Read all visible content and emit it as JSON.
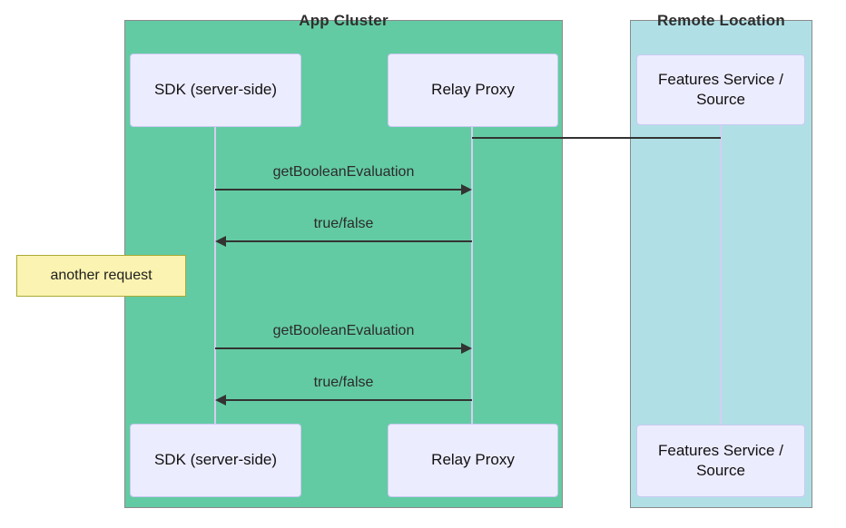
{
  "diagram": {
    "type": "sequence-diagram",
    "containers": [
      {
        "title": "App Cluster",
        "fill": "#63cba3"
      },
      {
        "title": "Remote Location",
        "fill": "#b0e0e6"
      }
    ],
    "actors": [
      {
        "id": "sdk",
        "label": "SDK (server-side)",
        "container": "App Cluster"
      },
      {
        "id": "relay",
        "label": "Relay Proxy",
        "container": "App Cluster"
      },
      {
        "id": "features",
        "label": "Features Service / Source",
        "container": "Remote Location"
      }
    ],
    "messages": [
      {
        "label": "getBooleanEvaluation",
        "from": "sdk",
        "to": "relay",
        "direction": "right"
      },
      {
        "label": "true/false",
        "from": "relay",
        "to": "sdk",
        "direction": "left"
      },
      {
        "label": "getBooleanEvaluation",
        "from": "sdk",
        "to": "relay",
        "direction": "right"
      },
      {
        "label": "true/false",
        "from": "relay",
        "to": "sdk",
        "direction": "left"
      }
    ],
    "connector": {
      "from": "relay",
      "to": "features",
      "style": "plain-line"
    },
    "note": {
      "text": "another request",
      "position": "left of sdk"
    },
    "colors": {
      "app_cluster_fill": "#63cba3",
      "remote_location_fill": "#b0e0e6",
      "actor_fill": "#ececff",
      "actor_border": "#c9c9f2",
      "lifeline": "#d6cdf0",
      "note_fill": "#fbf3b1",
      "note_border": "#aaaa33",
      "arrow": "#333333",
      "container_border": "#8a8a8a"
    }
  }
}
